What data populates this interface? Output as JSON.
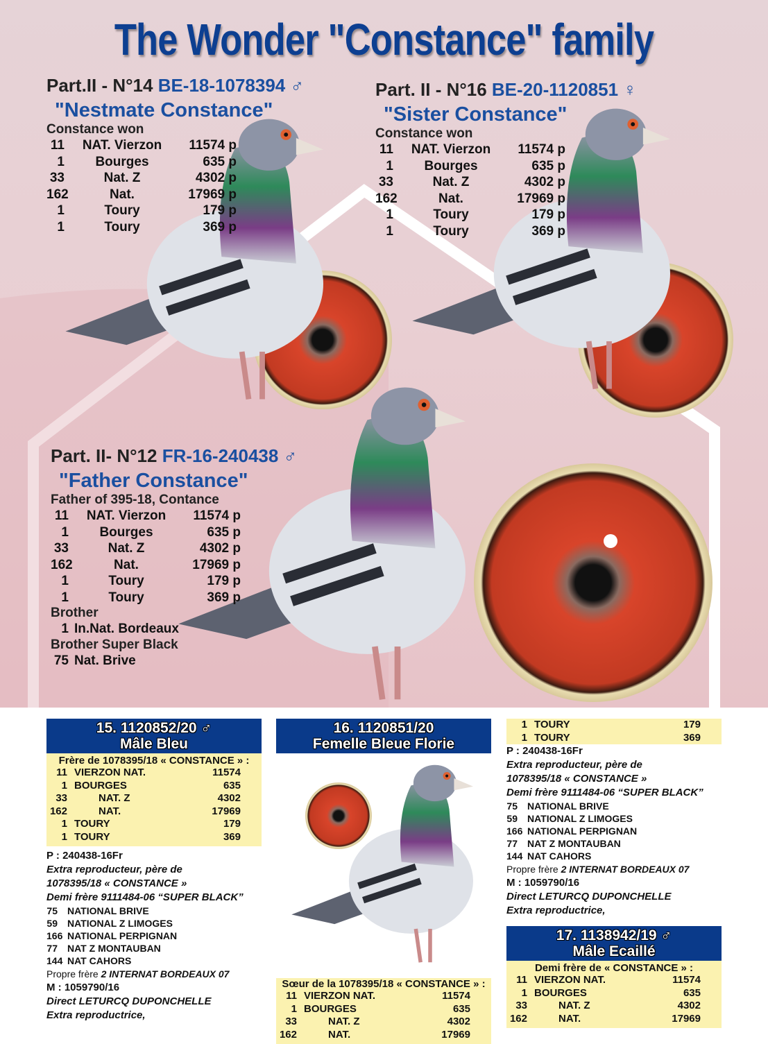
{
  "title": "The Wonder \"Constance\" family",
  "sections": [
    {
      "head": "Part.II - N°14",
      "ring": "BE-18-1078394 ♂",
      "name": "\"Nestmate Constance\"",
      "sub": "Constance won",
      "rows": [
        [
          "11",
          "NAT. Vierzon",
          "11574 p"
        ],
        [
          "1",
          "Bourges",
          "635 p"
        ],
        [
          "33",
          "Nat. Z",
          "4302 p"
        ],
        [
          "162",
          "Nat.",
          "17969 p"
        ],
        [
          "1",
          "Toury",
          "179 p"
        ],
        [
          "1",
          "Toury",
          "369 p"
        ]
      ]
    },
    {
      "head": "Part. II - N°16",
      "ring": "BE-20-1120851 ♀",
      "name": "\"Sister Constance\"",
      "sub": "Constance won",
      "rows": [
        [
          "11",
          "NAT. Vierzon",
          "11574 p"
        ],
        [
          "1",
          "Bourges",
          "635 p"
        ],
        [
          "33",
          "Nat. Z",
          "4302 p"
        ],
        [
          "162",
          "Nat.",
          "17969 p"
        ],
        [
          "1",
          "Toury",
          "179 p"
        ],
        [
          "1",
          "Toury",
          "369 p"
        ]
      ]
    },
    {
      "head": "Part. II- N°12",
      "ring": "FR-16-240438 ♂",
      "name": "\"Father Constance\"",
      "sub": "Father of 395-18, Contance",
      "rows": [
        [
          "11",
          "NAT. Vierzon",
          "11574 p"
        ],
        [
          "1",
          "Bourges",
          "635 p"
        ],
        [
          "33",
          "Nat. Z",
          "4302 p"
        ],
        [
          "162",
          "Nat.",
          "17969 p"
        ],
        [
          "1",
          "Toury",
          "179 p"
        ],
        [
          "1",
          "Toury",
          "369 p"
        ]
      ],
      "brother_label": "Brother",
      "brother_row": [
        "1",
        "In.Nat. Bordeaux"
      ],
      "brother2_label": "Brother Super Black",
      "brother2_row": [
        "75",
        "Nat. Brive"
      ]
    }
  ],
  "cards": {
    "c15": {
      "title": "15. 1120852/20 ♂",
      "subtitle": "Mâle Bleu",
      "intro": "Frère de 1078395/18 « CONSTANCE » :",
      "rows": [
        [
          "11",
          "VIERZON   NAT.",
          "11574"
        ],
        [
          "1",
          "BOURGES",
          "635"
        ],
        [
          "33",
          "NAT. Z",
          "4302"
        ],
        [
          "162",
          "NAT.",
          "17969"
        ],
        [
          "1",
          "TOURY",
          "179"
        ],
        [
          "1",
          "TOURY",
          "369"
        ]
      ]
    },
    "c16": {
      "title": "16. 1120851/20",
      "subtitle": "Femelle Bleue Florie",
      "intro": "Sœur de la 1078395/18 « CONSTANCE » :",
      "rows": [
        [
          "11",
          "VIERZON   NAT.",
          "11574"
        ],
        [
          "1",
          "BOURGES",
          "635"
        ],
        [
          "33",
          "NAT. Z",
          "4302"
        ],
        [
          "162",
          "NAT.",
          "17969"
        ]
      ]
    },
    "c17": {
      "title": "17. 1138942/19 ♂",
      "subtitle": "Mâle Ecaillé",
      "intro": "Demi frère de « CONSTANCE » :",
      "rows": [
        [
          "11",
          "VIERZON   NAT.",
          "11574"
        ],
        [
          "1",
          "BOURGES",
          "635"
        ],
        [
          "33",
          "NAT. Z",
          "4302"
        ],
        [
          "162",
          "NAT.",
          "17969"
        ]
      ]
    },
    "cont_rows": [
      [
        "1",
        "TOURY",
        "179"
      ],
      [
        "1",
        "TOURY",
        "369"
      ]
    ]
  },
  "pedigree": {
    "p": "P : 240438-16Fr",
    "extra1": "Extra reproducteur, père de",
    "extra2": "1078395/18 « CONSTANCE »",
    "demi": "Demi frère 9111484-06 “SUPER BLACK”",
    "list": [
      [
        "75",
        "NATIONAL BRIVE"
      ],
      [
        "59",
        "NATIONAL Z LIMOGES"
      ],
      [
        "166",
        "NATIONAL PERPIGNAN"
      ],
      [
        "77",
        "NAT Z MONTAUBAN"
      ],
      [
        "144",
        "NAT CAHORS"
      ]
    ],
    "propre": "Propre frère",
    "propre_b": "2 INTERNAT BORDEAUX 07",
    "m": "M : 1059790/16",
    "direct": "Direct LETURCQ DUPONCHELLE",
    "extra3": "Extra reproductrice,"
  }
}
